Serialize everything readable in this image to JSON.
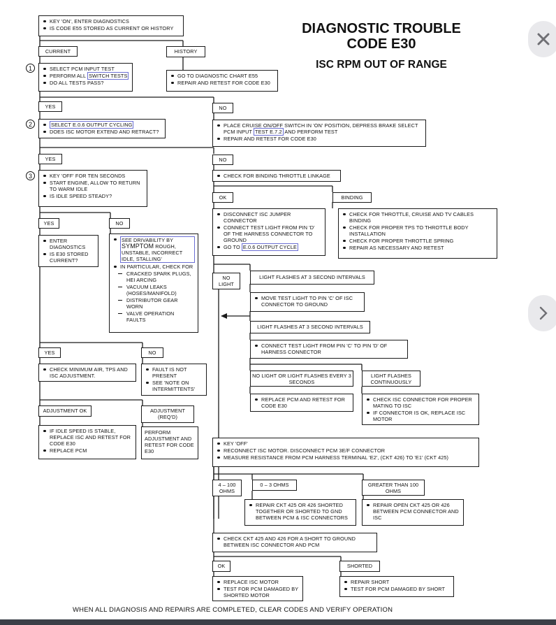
{
  "title": {
    "line1": "DIAGNOSTIC TROUBLE",
    "line2": "CODE E30",
    "subtitle": "ISC RPM OUT OF RANGE"
  },
  "start": {
    "items": [
      "KEY 'ON', ENTER DIAGNOSTICS",
      "IS CODE E55 STORED AS CURRENT OR HISTORY"
    ]
  },
  "labels": {
    "current": "CURRENT",
    "history": "HISTORY",
    "yes": "YES",
    "no": "NO",
    "ok": "OK",
    "binding": "BINDING",
    "no_light": "NO LIGHT",
    "adjustment_ok": "ADJUSTMENT OK",
    "adjustment_req": "ADJUSTMENT (REQ'D)",
    "no_light_or_flash": "NO LIGHT OR LIGHT FLASHES EVERY 3 SECONDS",
    "light_flashes_cont": "LIGHT FLASHES CONTINUOUSLY",
    "light_flashes_3": "LIGHT FLASHES AT 3 SECOND INTERVALS",
    "ohms_4_100": "4 – 100 OHMS",
    "ohms_0_3": "0 – 3 OHMS",
    "ohms_gt_100": "GREATER THAN 100 OHMS",
    "shorted": "SHORTED"
  },
  "steps": {
    "step1": {
      "num": "1",
      "items": [
        "SELECT PCM INPUT TEST",
        "PERFORM ALL",
        "SWITCH TESTS",
        "DO ALL TESTS PASS?"
      ]
    },
    "history_box": {
      "items": [
        "GO TO DIAGNOSTIC CHART E55",
        "REPAIR AND RETEST FOR CODE E30"
      ]
    },
    "step2": {
      "num": "2",
      "items": [
        "SELECT E.0.6 OUTPUT CYCLING",
        "DOES ISC MOTOR EXTEND AND RETRACT?"
      ]
    },
    "cruise_box": {
      "items": [
        "PLACE CRUISE ON/OFF SWITCH IN 'ON' POSITION, DEPRESS BRAKE SELECT PCM INPUT",
        "TEST E.7.2",
        "AND PERFORM TEST",
        "REPAIR AND RETEST FOR CODE E30"
      ]
    },
    "step3": {
      "num": "3",
      "items": [
        "KEY 'OFF' FOR TEN SECONDS",
        "START ENGINE, ALLOW TO RETURN TO WARM IDLE",
        "IS IDLE SPEED STEADY?"
      ]
    },
    "binding_check": {
      "items": [
        "CHECK FOR BINDING THROTTLE LINKAGE"
      ]
    },
    "disconnect_isc": {
      "items": [
        "DISCONNECT ISC JUMPER CONNECTOR",
        "CONNECT TEST LIGHT FROM PIN 'D' OF THE HARNESS CONNECTOR TO GROUND",
        "GO TO",
        "E.0.6 OUTPUT CYCLE"
      ]
    },
    "binding_box": {
      "items": [
        "CHECK FOR THROTTLE, CRUISE AND TV CABLES BINDING",
        "CHECK FOR PROPER TPS TO THROTTLE BODY INSTALLATION",
        "CHECK FOR PROPER THROTTLE SPRING",
        "REPAIR AS NECESSARY AND RETEST"
      ]
    },
    "enter_diag": {
      "items": [
        "ENTER DIAGNOSTICS",
        "IS E30 STORED CURRENT?"
      ]
    },
    "drivability": {
      "items": [
        "SEE DRIVABILITY BY",
        "SYMPTOM",
        "ROUGH, UNSTABLE, INCORRECT IDLE, STALLING'",
        "IN PARTICULAR, CHECK FOR"
      ],
      "dashes": [
        "CRACKED SPARK PLUGS, HEI ARCING",
        "VACUUM LEAKS (HOSES/MANIFOLD)",
        "DISTRIBUTOR GEAR WORN",
        "VALVE OPERATION FAULTS"
      ]
    },
    "move_test_light": {
      "items": [
        "MOVE TEST LIGHT TO PIN 'C' OF ISC CONNECTOR TO GROUND"
      ]
    },
    "connect_c_d": {
      "items": [
        "CONNECT TEST LIGHT FROM PIN 'C' TO PIN 'D' OF HARNESS CONNECTOR"
      ]
    },
    "check_min_air": {
      "items": [
        "CHECK MINIMUM AIR, TPS AND ISC ADJUSTMENT."
      ]
    },
    "fault_not_present": {
      "items": [
        "FAULT IS NOT PRESENT",
        "SEE 'NOTE ON INTERMITTENTS'"
      ]
    },
    "replace_pcm_retest": {
      "items": [
        "REPLACE PCM AND RETEST FOR CODE E30"
      ]
    },
    "check_isc_connector": {
      "items": [
        "CHECK ISC CONNECTOR FOR PROPER MATING TO ISC",
        "IF CONNECTOR IS OK, REPLACE ISC MOTOR"
      ]
    },
    "idle_stable": {
      "items": [
        "IF IDLE SPEED IS STABLE, REPLACE ISC AND RETEST FOR CODE E30",
        "REPLACE PCM"
      ]
    },
    "perform_adjust": {
      "text": "PERFORM ADJUSTMENT AND RETEST FOR CODE E30"
    },
    "key_off": {
      "items": [
        "KEY 'OFF'",
        "RECONNECT ISC MOTOR. DISCONNECT PCM 3E/F CONNECTOR",
        "MEASURE RESISTANCE FROM PCM HARNESS TERMINAL 'E2', (CKT 426) TO 'E1' (CKT 425)"
      ]
    },
    "repair_short": {
      "items": [
        "REPAIR CKT 425 OR 426 SHORTED TOGETHER OR SHORTED TO GND BETWEEN PCM & ISC CONNECTORS"
      ]
    },
    "repair_open": {
      "items": [
        "REPAIR OPEN CKT 425 OR 426 BETWEEN PCM CONNECTOR AND ISC"
      ]
    },
    "check_ckt": {
      "items": [
        "CHECK CKT 425 AND 426 FOR A SHORT TO GROUND BETWEEN ISC CONNECTOR AND PCM"
      ]
    },
    "replace_isc": {
      "items": [
        "REPLACE ISC MOTOR",
        "TEST FOR PCM DAMAGED BY SHORTED MOTOR"
      ]
    },
    "repair_short2": {
      "items": [
        "REPAIR SHORT",
        "TEST FOR PCM DAMAGED BY SHORT"
      ]
    }
  },
  "footer": "WHEN ALL DIAGNOSIS AND REPAIRS ARE COMPLETED, CLEAR CODES AND VERIFY OPERATION",
  "nav": {
    "close_icon": "close-icon",
    "next_icon": "chevron-right-icon"
  },
  "colors": {
    "line": "#1a1a1a",
    "highlight": "#6b6fd4",
    "nav_bg": "#e9e9ec",
    "bottom_bar": "#3b3f47"
  }
}
